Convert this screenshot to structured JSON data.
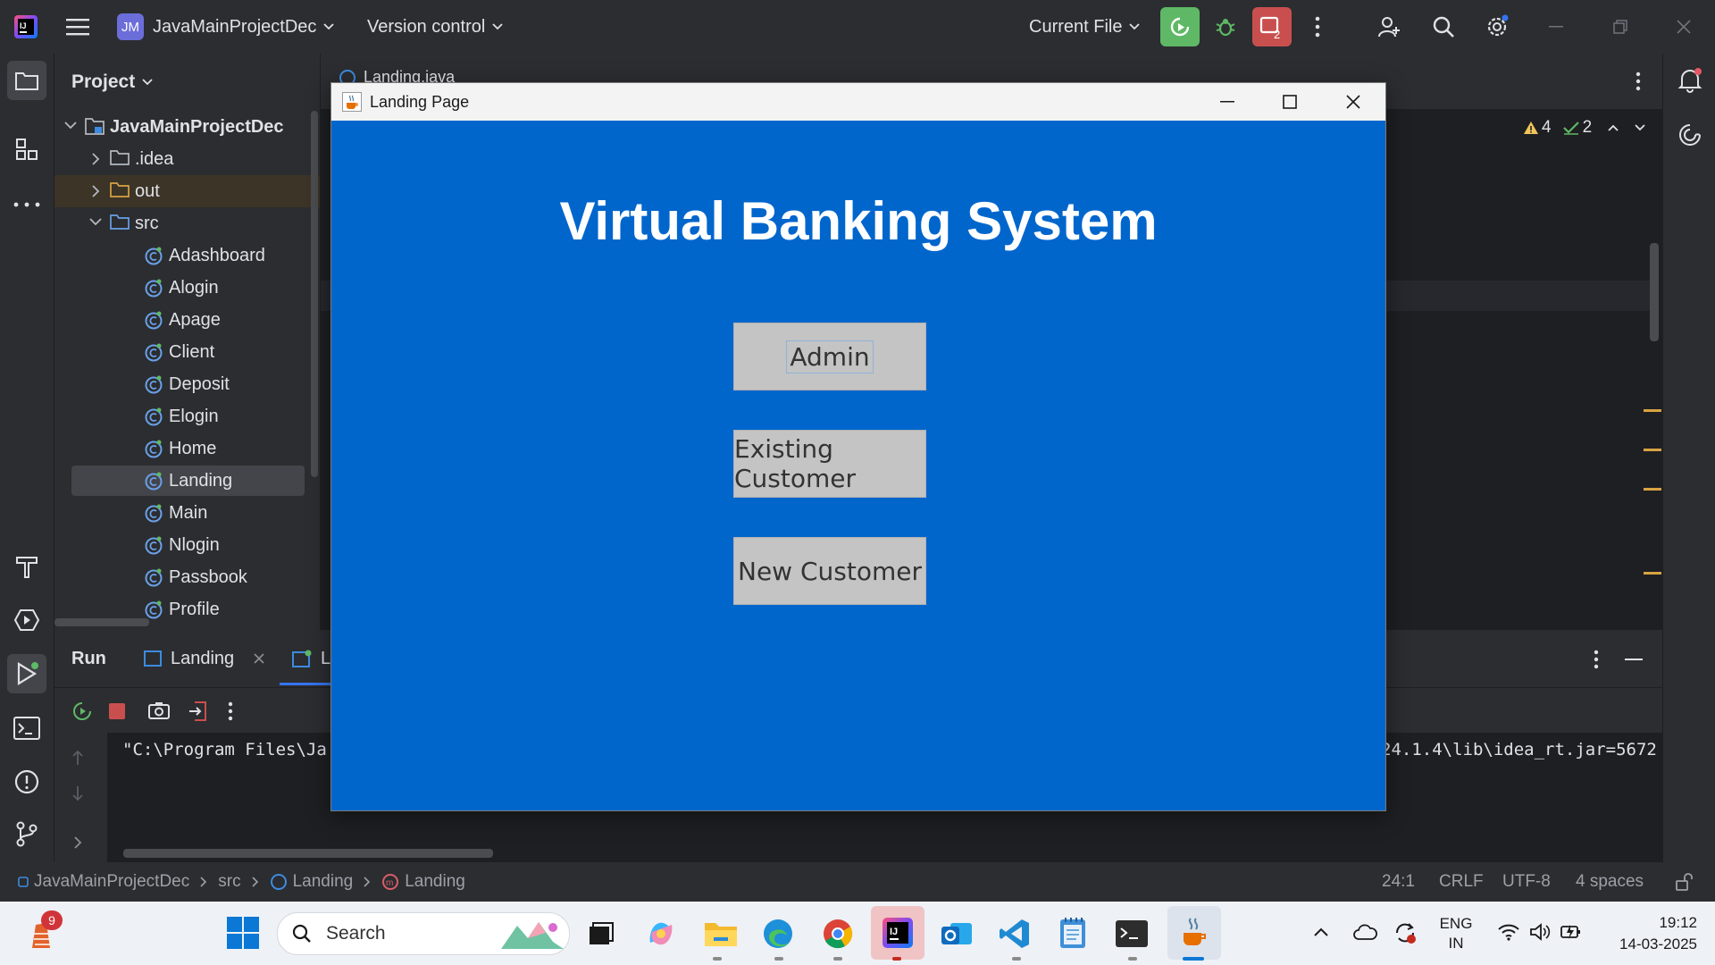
{
  "titlebar": {
    "project_badge": "JM",
    "project_name": "JavaMainProjectDec",
    "vcs": "Version control",
    "run_config": "Current File",
    "stop_count": "2"
  },
  "project_panel": {
    "title": "Project",
    "items": [
      {
        "label": "JavaMainProjectDec",
        "kind": "module",
        "expanded": true
      },
      {
        "label": ".idea",
        "kind": "folder",
        "expanded": false
      },
      {
        "label": "out",
        "kind": "folder",
        "expanded": false
      },
      {
        "label": "src",
        "kind": "folder",
        "expanded": true
      },
      {
        "label": "Adashboard",
        "kind": "class"
      },
      {
        "label": "Alogin",
        "kind": "class"
      },
      {
        "label": "Apage",
        "kind": "class"
      },
      {
        "label": "Client",
        "kind": "class"
      },
      {
        "label": "Deposit",
        "kind": "class"
      },
      {
        "label": "Elogin",
        "kind": "class"
      },
      {
        "label": "Home",
        "kind": "class"
      },
      {
        "label": "Landing",
        "kind": "class",
        "selected": true
      },
      {
        "label": "Main",
        "kind": "class"
      },
      {
        "label": "Nlogin",
        "kind": "class"
      },
      {
        "label": "Passbook",
        "kind": "class"
      },
      {
        "label": "Profile",
        "kind": "class"
      }
    ]
  },
  "editor": {
    "tab": "Landing.java",
    "warnings": "4",
    "checks": "2"
  },
  "run_panel": {
    "title": "Run",
    "tab1": "Landing",
    "tab2": "La",
    "console_left": "\"C:\\Program Files\\Ja",
    "console_right": "24.1.4\\lib\\idea_rt.jar=5672"
  },
  "statusbar": {
    "breadcrumb": [
      "JavaMainProjectDec",
      "src",
      "Landing",
      "Landing"
    ],
    "position": "24:1",
    "line_sep": "CRLF",
    "encoding": "UTF-8",
    "indent": "4 spaces"
  },
  "java_window": {
    "title": "Landing Page",
    "heading": "Virtual Banking System",
    "buttons": [
      "Admin",
      "Existing Customer",
      "New Customer"
    ],
    "bg_color": "#0066cc",
    "button_color": "#c4c4c4"
  },
  "taskbar": {
    "notification_count": "9",
    "search_placeholder": "Search",
    "lang_top": "ENG",
    "lang_bottom": "IN",
    "time": "19:12",
    "date": "14-03-2025"
  },
  "colors": {
    "ide_panel": "#2b2d30",
    "ide_editor": "#1e1f22",
    "run_green": "#5fb865",
    "stop_red": "#c94f4f",
    "accent_blue": "#3574f0"
  }
}
